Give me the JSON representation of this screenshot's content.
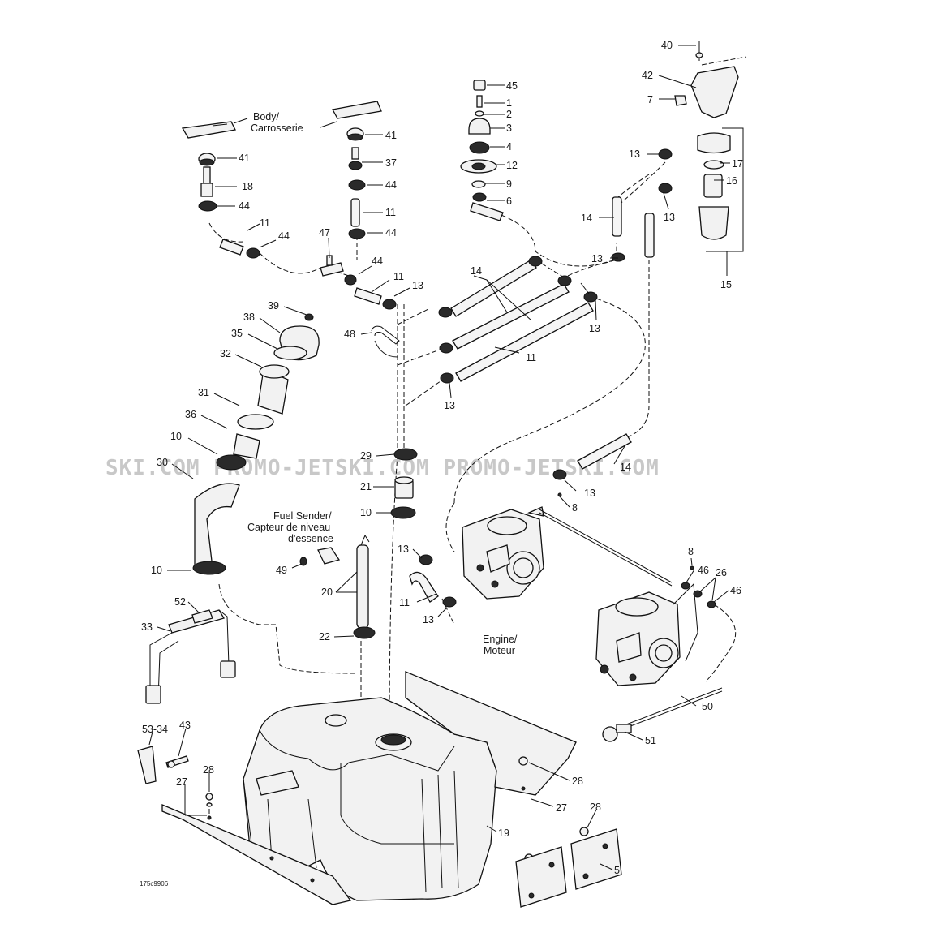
{
  "watermark": "SKI.COM PROMO-JETSKI.COM PROMO-JETSKI.COM",
  "drawing_code": "175c9906",
  "captions": {
    "body": [
      "Body/",
      "Carrosserie"
    ],
    "fuel_sender": [
      "Fuel Sender/",
      "Capteur de niveau",
      "d'essence"
    ],
    "engine": [
      "Engine/",
      "Moteur"
    ]
  },
  "callouts": {
    "c40": "40",
    "c42": "42",
    "c7": "7",
    "c45": "45",
    "c1": "1",
    "c2": "2",
    "c3": "3",
    "c4": "4",
    "c12": "12",
    "c9": "9",
    "c6": "6",
    "c41a": "41",
    "c18": "18",
    "c44a": "44",
    "c11a": "11",
    "c44b": "44",
    "c41b": "41",
    "c37": "37",
    "c44c": "44",
    "c11b": "11",
    "c44d": "44",
    "c47": "47",
    "c44e": "44",
    "c11c": "11",
    "c13a": "13",
    "c13b": "13",
    "c17": "17",
    "c16": "16",
    "c14a": "14",
    "c13c": "13",
    "c13d": "13",
    "c15": "15",
    "c14b": "14",
    "c13e": "13",
    "c11d": "11",
    "c13f": "13",
    "c39": "39",
    "c38": "38",
    "c35": "35",
    "c32": "32",
    "c48": "48",
    "c31": "31",
    "c36": "36",
    "c10a": "10",
    "c30": "30",
    "c29": "29",
    "c14c": "14",
    "c13g": "13",
    "c21": "21",
    "c8a": "8",
    "c10b": "10",
    "c13h": "13",
    "c49": "49",
    "c20": "20",
    "c11e": "11",
    "c13i": "13",
    "c10c": "10",
    "c8b": "8",
    "c46a": "46",
    "c26": "26",
    "c46b": "46",
    "c52": "52",
    "c33": "33",
    "c22": "22",
    "c50": "50",
    "c51": "51",
    "c53_34": "53-34",
    "c43": "43",
    "c28a": "28",
    "c27a": "27",
    "c28b": "28",
    "c27b": "27",
    "c28c": "28",
    "c19": "19",
    "c5": "5"
  }
}
